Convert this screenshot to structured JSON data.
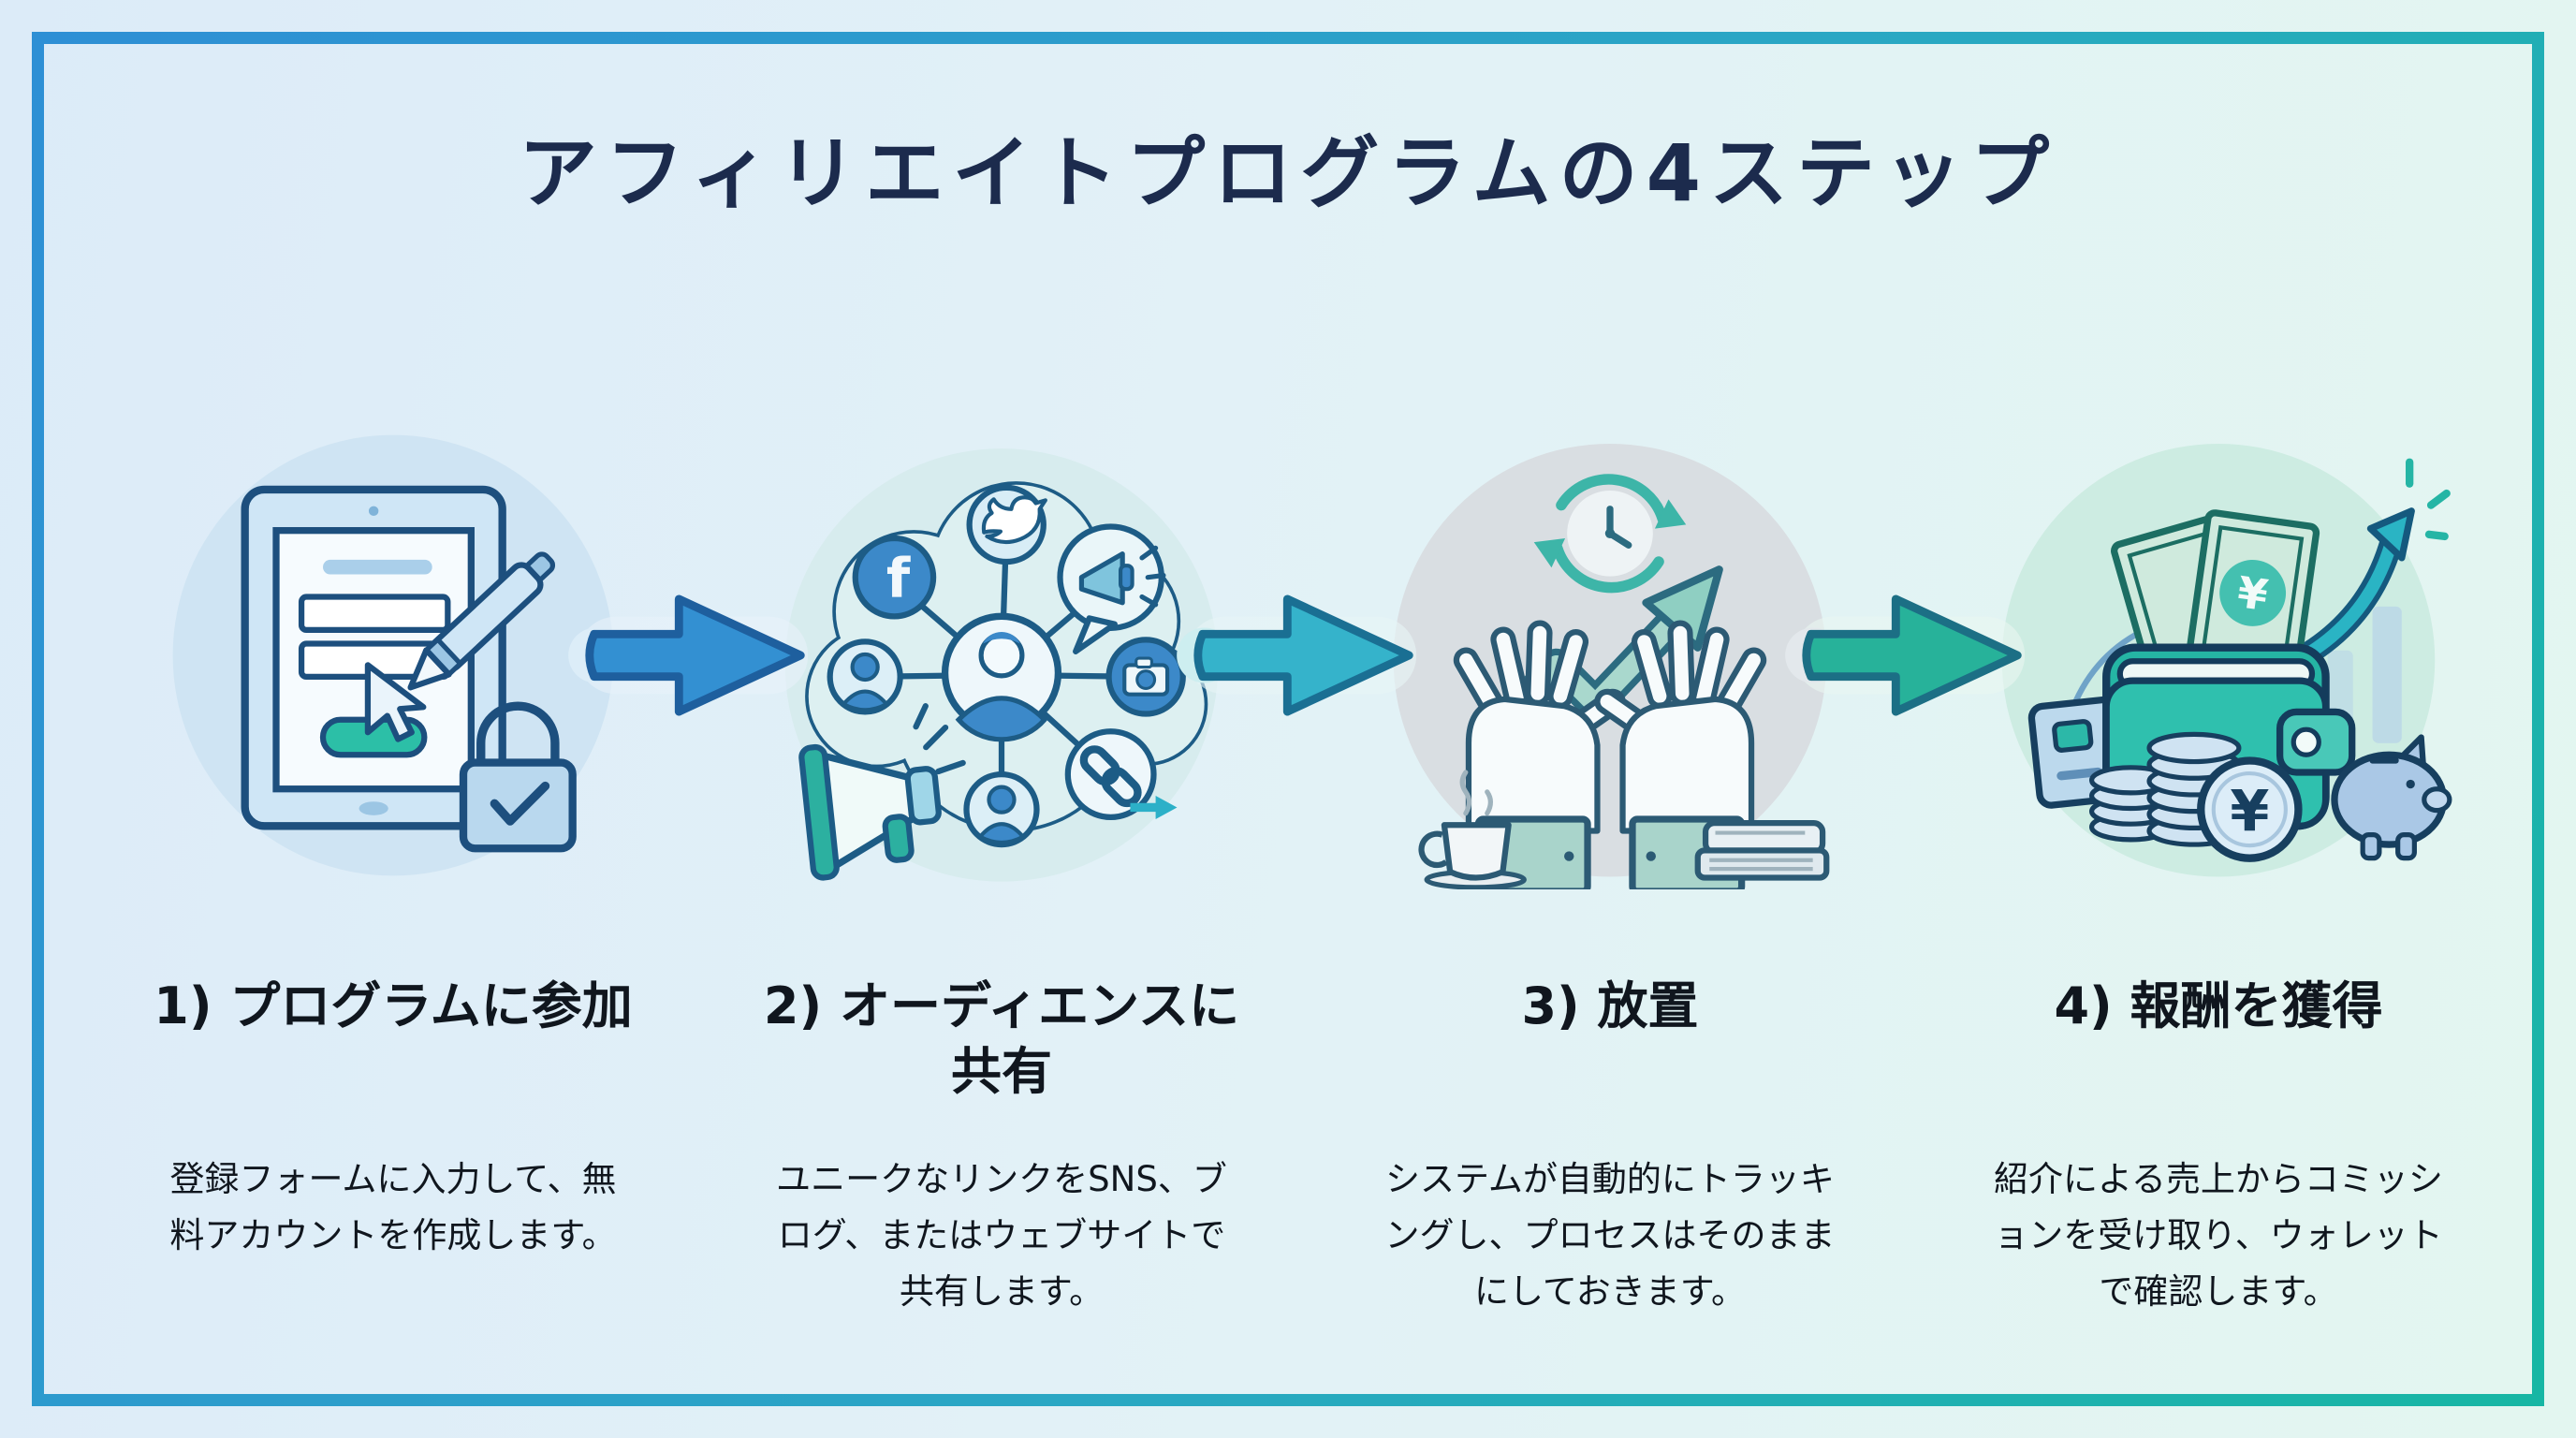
{
  "title": "アフィリエイトプログラムの4ステップ",
  "steps": [
    {
      "label": "1) プログラムに参加",
      "description": "登録フォームに入力して、無料アカウントを作成します。",
      "illustration": "signup-form-tablet"
    },
    {
      "label": "2) オーディエンスに共有",
      "description": "ユニークなリンクをSNS、ブログ、またはウェブサイトで共有します。",
      "illustration": "social-share-network"
    },
    {
      "label": "3) 放置",
      "description": "システムが自動的にトラッキングし、プロセスはそのままにしておきます。",
      "illustration": "hands-automatic-growth"
    },
    {
      "label": "4) 報酬を獲得",
      "description": "紹介による売上からコミッションを受け取り、ウォレットで確認します。",
      "illustration": "wallet-earnings"
    }
  ],
  "symbols": {
    "yen": "¥",
    "facebook_letter": "f"
  },
  "colors": {
    "border_blue": "#2e8fd5",
    "border_teal": "#17b6a4",
    "background_left": "#dcebf8",
    "background_right": "#e3f6f0",
    "title_color": "#1c2b4d",
    "text_color": "#10161e",
    "arrow_1": "#3390d2",
    "arrow_2": "#35b3cb",
    "arrow_3": "#27b29a"
  }
}
